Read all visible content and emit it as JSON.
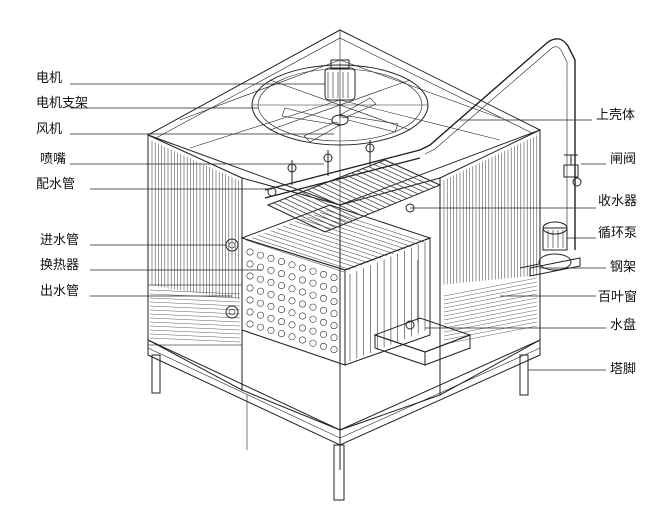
{
  "labels_left": [
    {
      "key": "motor",
      "text": "电机"
    },
    {
      "key": "motor_bracket",
      "text": "电机支架"
    },
    {
      "key": "fan",
      "text": "风机"
    },
    {
      "key": "nozzle",
      "text": "喷嘴"
    },
    {
      "key": "distribution_pipe",
      "text": "配水管"
    },
    {
      "key": "inlet_pipe",
      "text": "进水管"
    },
    {
      "key": "heat_exchanger",
      "text": "换热器"
    },
    {
      "key": "outlet_pipe",
      "text": "出水管"
    }
  ],
  "labels_right": [
    {
      "key": "upper_shell",
      "text": "上壳体"
    },
    {
      "key": "gate_valve",
      "text": "闸阀"
    },
    {
      "key": "drift_eliminator",
      "text": "收水器"
    },
    {
      "key": "circulation_pump",
      "text": "循环泵"
    },
    {
      "key": "steel_frame",
      "text": "钢架"
    },
    {
      "key": "louver",
      "text": "百叶窗"
    },
    {
      "key": "water_basin",
      "text": "水盘"
    },
    {
      "key": "tower_legs",
      "text": "塔脚"
    }
  ]
}
